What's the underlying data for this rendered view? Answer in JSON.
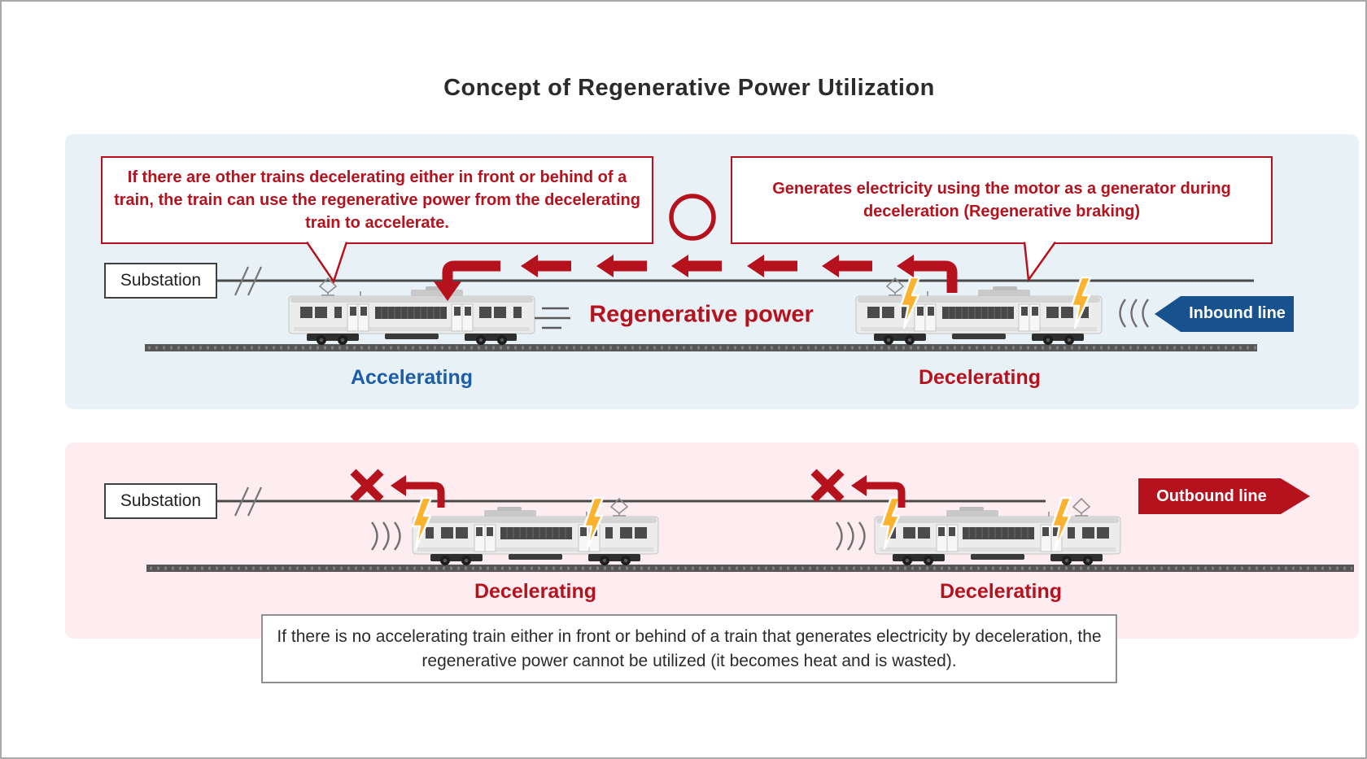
{
  "title": "Concept of Regenerative Power Utilization",
  "colors": {
    "accent_red": "#b5121e",
    "panel_blue_bg": "#e8f1f6",
    "panel_pink_bg": "#fdedf0",
    "inbound_badge_blue": "#17518e",
    "state_blue": "#1b5da6",
    "wire_gray": "#4a4a4a",
    "lightning_yellow": "#fcb22e"
  },
  "top_section": {
    "callout_left": "If there are other trains decelerating either in front or behind of a train, the train can use the regenerative power from the decelerating train to accelerate.",
    "callout_right": "Generates electricity using the motor as a generator during deceleration (Regenerative braking)",
    "substation_label": "Substation",
    "flow_label": "Regenerative power",
    "badge_label": "Inbound line",
    "train_left_state": "Accelerating",
    "train_right_state": "Decelerating"
  },
  "bottom_section": {
    "substation_label": "Substation",
    "badge_label": "Outbound line",
    "train_left_state": "Decelerating",
    "train_right_state": "Decelerating",
    "note": "If there is no accelerating train either in front or behind of a train that generates electricity by deceleration, the regenerative power cannot be utilized (it becomes heat and is wasted)."
  }
}
